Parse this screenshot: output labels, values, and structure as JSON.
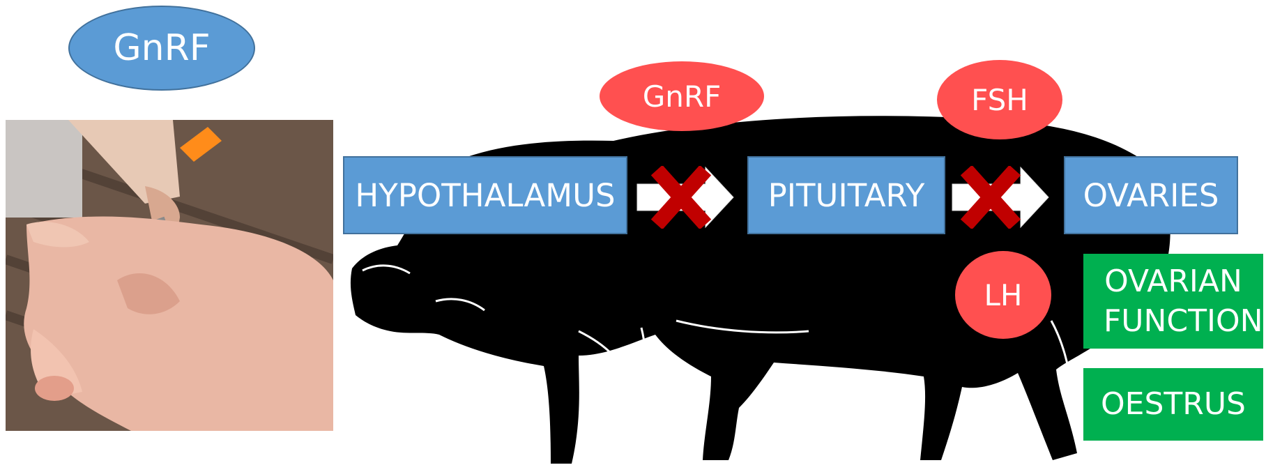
{
  "photo": {
    "label": "GnRF",
    "fill_color": "#5b9bd5",
    "alt_icon": "pig-injection-photo"
  },
  "flow": {
    "stages": [
      {
        "label": "HYPOTHALAMUS"
      },
      {
        "label": "PITUITARY"
      },
      {
        "label": "OVARIES"
      }
    ],
    "blocked_hormones": [
      {
        "label": "GnRF"
      },
      {
        "label": "FSH"
      },
      {
        "label": "LH"
      }
    ],
    "outcomes": [
      {
        "label": "OVARIAN FUNCTION"
      },
      {
        "label": "OESTRUS"
      }
    ]
  },
  "colors": {
    "stage_box": "#5b9bd5",
    "hormone": "#ff5050",
    "blocked_cross": "#c00000",
    "outcome": "#00b050",
    "silhouette": "#000000"
  }
}
